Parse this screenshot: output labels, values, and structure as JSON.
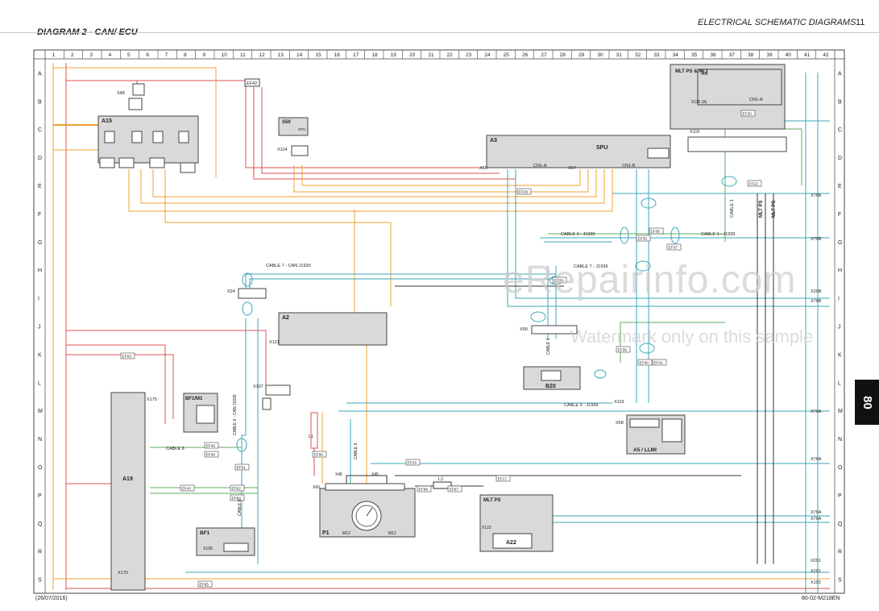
{
  "header": {
    "diagram_title": "DIAGRAM 2 - CAN/ ECU",
    "section_title": "ELECTRICAL SCHEMATIC DIAGRAMS",
    "page_number": "11"
  },
  "footer": {
    "date": "(26/07/2016)",
    "doc_ref": "80-02-M218EN"
  },
  "side_tab": "80",
  "watermark": {
    "main": "eRepairinfo.com",
    "sub": "Watermark only on this sample"
  },
  "grid": {
    "columns": [
      "1",
      "2",
      "3",
      "4",
      "5",
      "6",
      "7",
      "8",
      "9",
      "10",
      "11",
      "12",
      "13",
      "14",
      "15",
      "16",
      "17",
      "18",
      "19",
      "20",
      "21",
      "22",
      "23",
      "24",
      "25",
      "26",
      "27",
      "28",
      "29",
      "30",
      "31",
      "32",
      "33",
      "34",
      "35",
      "36",
      "37",
      "38",
      "39",
      "40",
      "41",
      "42"
    ],
    "rows": [
      "A",
      "B",
      "C",
      "D",
      "E",
      "F",
      "G",
      "H",
      "I",
      "J",
      "K",
      "L",
      "M",
      "N",
      "O",
      "P",
      "Q",
      "R",
      "S"
    ]
  },
  "components": {
    "x48": "X48",
    "a15": "A15",
    "s50": "S50",
    "s50_spu": "SPU",
    "x114": "X114",
    "a3": "A3",
    "a3_spu": "SPU",
    "a3_cn1a": "CN1-A",
    "a3_cn1b": "CN1-B",
    "x56": "X56",
    "x57": "X57",
    "a4_title": "MLT PS & MLT",
    "a4": "A4",
    "a4_cn1a": "CN1-A",
    "x116": "X116 (A)",
    "x115": "X115",
    "ef42": "EF42",
    "a2": "A2",
    "x121": "X121",
    "x24": "X24",
    "x107": "X107",
    "bf1m1": "BF1/M1",
    "a19": "A19",
    "x175": "X175",
    "x170": "X170",
    "bf1": "BF1",
    "x158": "X158",
    "p1": "P1",
    "x46": "X46",
    "x45": "X45",
    "x60": "X60",
    "m12a": "M12",
    "m12b": "M12",
    "mlt_ps": "MLT PS",
    "a22": "A22",
    "x122": "X122",
    "b20": "B20",
    "x99": "X99",
    "a5": "A5 / LLMI",
    "x58": "X58",
    "x119": "X119",
    "l1": "L1",
    "l2": "L2"
  },
  "cables": {
    "cable7": "CABLE 7 - CAN J1939",
    "cable3": "CABLE 3 - J1939",
    "cable1_j": "CABLE 1 - J1939",
    "cable7b": "CABLE 7 - J1939",
    "cable9": "CABLE 9 - J1939",
    "cable6": "CABLE 6",
    "cable6_can": "CABLE 6 - CAN J1939",
    "cable8": "CABLE 8",
    "cable9v": "CABLE 9",
    "cable1v": "CABLE 1",
    "mltps_v1": "MLT PS",
    "mltps_v2": "MLT PS",
    "cable_q": "CABLE 9"
  },
  "terminals": {
    "x76b_1": "X76B",
    "x76b_2": "X76B",
    "x76b_3": "X76B",
    "x20b": "X20B",
    "x76a_1": "X76A",
    "x76a_2": "X76A",
    "x76a_3": "X76A",
    "x76a_4": "X76A",
    "x201_1": "X201",
    "x201_2": "X201",
    "x102": "X102"
  },
  "splices": [
    "EF36",
    "EF35",
    "EF37",
    "EF38",
    "EF39",
    "EF40",
    "EF41",
    "EF22",
    "EF20",
    "EF29",
    "EF46",
    "EF45",
    "EF61",
    "EF43",
    "EF62",
    "EF64",
    "EF65",
    "EF63",
    "EF16",
    "EF17",
    "EF96",
    "EF99",
    "EF97"
  ],
  "colors": {
    "wire_red": "#d9534f",
    "wire_orange": "#f0a030",
    "wire_teal": "#3aa7b9",
    "wire_green": "#5cab5c",
    "wire_dark": "#333333",
    "box_fill": "#d9d9d9",
    "frame": "#444444"
  }
}
